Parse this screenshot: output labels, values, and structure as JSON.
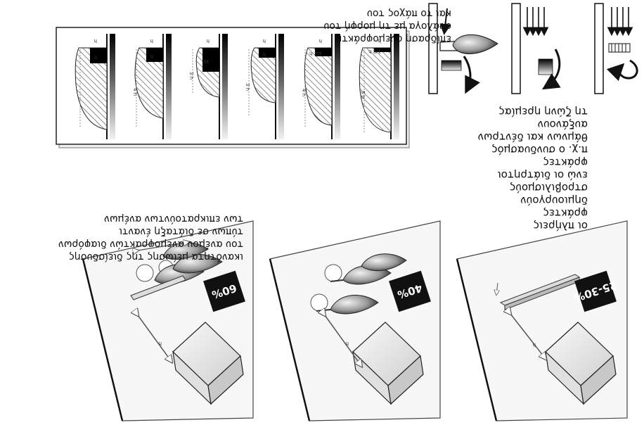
{
  "captions": {
    "top_right": {
      "lines": [
        "οι πλήρεις",
        "φράκτες",
        "δημιουργούν",
        "στροβιλισμούς",
        "ενώ οι διάτρητοι",
        "φράκτες",
        "π.χ. ο συνδυασμός",
        "θάμνων και δέντρων",
        "αυξάνουν",
        "τη ζώνη ηρεμίας"
      ]
    },
    "top_left": {
      "lines": [
        "επίδραση ανεμοφράκτη",
        "ανάλογα με τη μορφή του",
        "και το πάχος του"
      ]
    },
    "bottom": {
      "lines": [
        "ικανότητα μείωσης της διείσδυσης",
        "του ανέμου ανεμοφρακτών διαφόρων",
        "τύπων σε διάταξη έναντι",
        "των επικρατούντων ανέμων"
      ]
    }
  },
  "effectiveness": {
    "badges": [
      "25-30%",
      "40%",
      "60%"
    ]
  },
  "profiles": {
    "barrier_label": "h",
    "spans": [
      "5 h",
      "4 h",
      "3 h",
      "3 h",
      "4 h"
    ],
    "inner_labels": [
      "1/8 h",
      "1/2 h",
      "h",
      "3h",
      "h",
      "h"
    ]
  },
  "scenes": {
    "dimension_label": "h"
  }
}
